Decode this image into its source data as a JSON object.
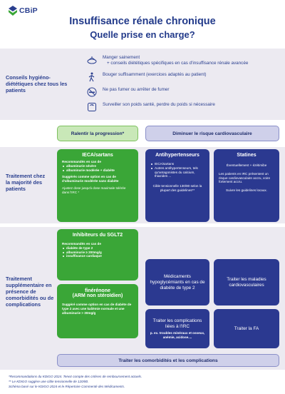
{
  "logo": {
    "text": "CBiP"
  },
  "title": {
    "line1": "Insuffisance rénale chronique",
    "line2": "Quelle prise en charge?"
  },
  "hygiene": {
    "label": "Conseils hygiéno-diététiques chez tous les patients",
    "items": [
      {
        "icon": "food-icon",
        "text": "Manger sainement",
        "sub": "+ conseils diététiques spécifiques en cas d'insuffisance rénale avancée"
      },
      {
        "icon": "walking-icon",
        "text": "Bouger suffisamment (exercices adaptés au patient)"
      },
      {
        "icon": "no-smoking-icon",
        "text": "Ne pas fumer ou arrêter de fumer"
      },
      {
        "icon": "scale-icon",
        "text": "Surveiller son poids santé, perdre du poids si nécessaire"
      }
    ]
  },
  "headers": {
    "slow": "Ralentir la progression*",
    "cv": "Diminuer le risque cardiovasculaire"
  },
  "treatment_all": {
    "label": "Traitement chez la majorité des patients",
    "ieca": {
      "title": "IECA/sartans",
      "intro": "Recommandés en cas de",
      "items": [
        "albuminurie sévère",
        "albuminurie modérée + diabète"
      ],
      "option": "Suggérés comme option en cas de d'albuminurie modérée sans diabète",
      "dose": "Ajustez dose jusqu'à dose maximale tolérée dans l'IRC *"
    },
    "antihyp": {
      "title": "Antihypertenseurs",
      "items": [
        "IECA/sartans",
        "Autres antihypertenseurs, tels qu'antagonistes du calcium, thiazides ..."
      ],
      "target": "Cible tensionnelle 130/80 selon la plupart des guidelines**"
    },
    "statins": {
      "title": "Statines",
      "line1": "Éventuellement + ézétimibe",
      "line2": "Les patients en IRC présentent un risque cardiovasculaire accru, voire fortement accru.",
      "line3": "Suivre les guidelines locaux."
    }
  },
  "treatment_extra": {
    "label": "Traitement supplémentaire en présence de comorbidités ou de complications",
    "sglt2": {
      "title": "Inhibiteurs du SGLT2",
      "intro": "Recommandés en cas de",
      "items": [
        "diabète de type 2",
        "albuminurie ≥ 200mg/g",
        "insuffisance cardiaque"
      ]
    },
    "finerenone": {
      "title": "finérénone",
      "subtitle": "(ARM non stéroïdien)",
      "text": "Suggéré comme option en cas de diabète de type 2 avec une kaliémie normale et une albuminurie > 30mg/g"
    },
    "hypo": {
      "text": "Médicaments hypoglycémiants en cas de diabète de type 2"
    },
    "cvdisease": {
      "text": "Traiter les maladies cardiovasculaires"
    },
    "complications": {
      "text": "Traiter les complications liées à l'IRC",
      "sub": "p. ex. troubles minéraux et osseux, anémie, acidose...."
    },
    "fa": {
      "text": "Traiter la FA"
    },
    "comorbid": {
      "text": "Traiter les comorbidités et les complications"
    }
  },
  "footnotes": [
    "*Recommandations du KDIGO 2024. Tenez compte des critères de remboursement actuels.",
    "** Le KDIGO suggère une cible tensionnelle de 120/80.",
    "Schéma basé sur le KDIGO 2024 et le Répertoire Commenté des Médicaments."
  ],
  "colors": {
    "navy": "#2b3990",
    "green": "#3aa637",
    "band": "#eceaf1",
    "title": "#223a8a"
  }
}
